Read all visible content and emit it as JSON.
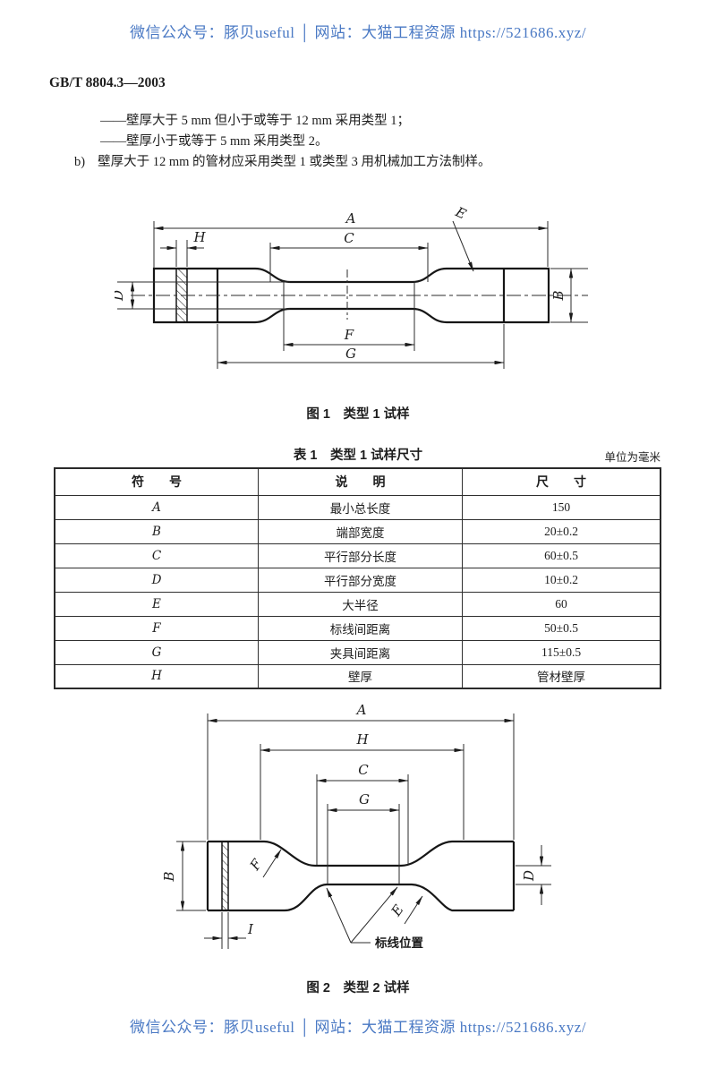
{
  "banner": {
    "text": "微信公众号：豚贝useful │ 网站：大猫工程资源 https://521686.xyz/"
  },
  "doc": {
    "number": "GB/T 8804.3—2003"
  },
  "body": {
    "bullet_1": "——壁厚大于 5 mm 但小于或等于 12 mm 采用类型 1；",
    "bullet_2": "——壁厚小于或等于 5 mm 采用类型 2。",
    "item_b_marker": "b)",
    "item_b_text": "壁厚大于 12 mm 的管材应采用类型 1 或类型 3 用机械加工方法制样。"
  },
  "figure1": {
    "caption": "图 1　类型 1 试样",
    "labels": {
      "A": "A",
      "B": "B",
      "C": "C",
      "D": "D",
      "E": "E",
      "F": "F",
      "G": "G",
      "H": "H"
    }
  },
  "table1": {
    "title": "表 1　类型 1 试样尺寸",
    "unit_note": "单位为毫米",
    "headers": [
      "符　　号",
      "说　　明",
      "尺　　寸"
    ],
    "rows": [
      [
        "A",
        "最小总长度",
        "150"
      ],
      [
        "B",
        "端部宽度",
        "20±0.2"
      ],
      [
        "C",
        "平行部分长度",
        "60±0.5"
      ],
      [
        "D",
        "平行部分宽度",
        "10±0.2"
      ],
      [
        "E",
        "大半径",
        "60"
      ],
      [
        "F",
        "标线间距离",
        "50±0.5"
      ],
      [
        "G",
        "夹具间距离",
        "115±0.5"
      ],
      [
        "H",
        "壁厚",
        "管材壁厚"
      ]
    ]
  },
  "figure2": {
    "caption": "图 2　类型 2 试样",
    "gauge_label": "标线位置",
    "labels": {
      "A": "A",
      "B": "B",
      "C": "C",
      "D": "D",
      "E": "E",
      "F": "F",
      "G": "G",
      "H": "H",
      "I": "I"
    }
  },
  "colors": {
    "accent": "#4a79c4",
    "ink": "#222222"
  }
}
